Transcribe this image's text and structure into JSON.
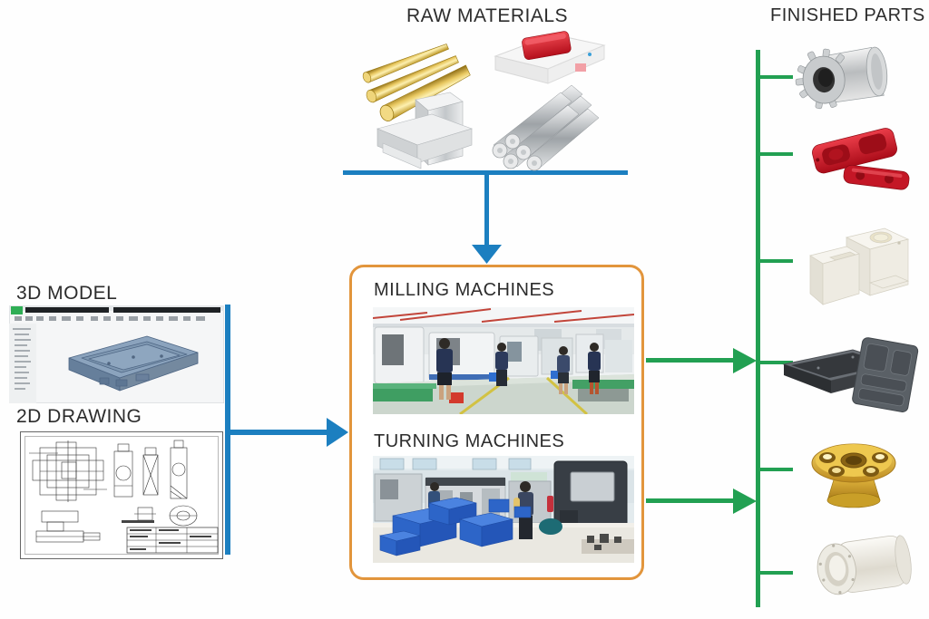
{
  "titles": {
    "raw_materials": "RAW MATERIALS",
    "finished_parts": "FINISHED PARTS"
  },
  "design_inputs": {
    "model_3d_label": "3D MODEL",
    "drawing_2d_label": "2D DRAWING"
  },
  "machines_box": {
    "milling_label": "MILLING MACHINES",
    "turning_label": "TURNING MACHINES"
  },
  "colors": {
    "arrow_blue": "#1c7fc0",
    "arrow_green": "#22a052",
    "machines_box_border_orange": "#e2953c",
    "label_text": "#2c2c2c",
    "background": "#fefefe"
  },
  "raw_materials": {
    "icons": [
      "brass-round-bars",
      "white-case-with-red-billet",
      "aluminum-plates",
      "steel-round-bars"
    ]
  },
  "finished_parts": {
    "icons": [
      "machined-gear-housing",
      "red-anodized-brackets",
      "white-plastic-machined-blocks",
      "black-aluminum-enclosure-trays",
      "gold-anodized-flange",
      "white-cylindrical-housing"
    ]
  },
  "flow_edges": [
    {
      "from": "raw-materials",
      "to": "machines-box",
      "color": "#1c7fc0"
    },
    {
      "from": "3d-model-and-2d-drawing",
      "to": "machines-box",
      "color": "#1c7fc0"
    },
    {
      "from": "milling-machines",
      "to": "finished-parts-rail",
      "color": "#22a052"
    },
    {
      "from": "turning-machines",
      "to": "finished-parts-rail",
      "color": "#22a052"
    }
  ]
}
